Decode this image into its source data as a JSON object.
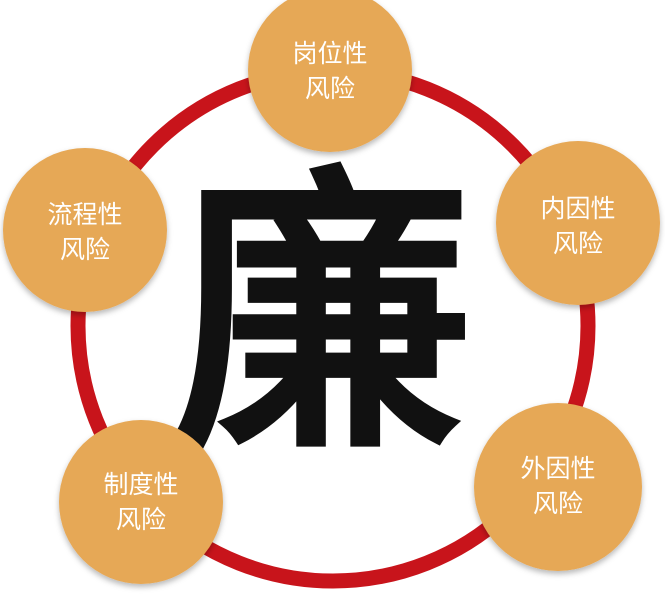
{
  "colors": {
    "ring": "#c8141b",
    "node_fill": "#e6a857",
    "node_text": "#ffffff",
    "center_char": "#111111"
  },
  "center": {
    "character": "廉"
  },
  "nodes": [
    {
      "id": "gangwei",
      "line1": "岗位性",
      "line2": "风险"
    },
    {
      "id": "neiyin",
      "line1": "内因性",
      "line2": "风险"
    },
    {
      "id": "waiyin",
      "line1": "外因性",
      "line2": "风险"
    },
    {
      "id": "zhidu",
      "line1": "制度性",
      "line2": "风险"
    },
    {
      "id": "liucheng",
      "line1": "流程性",
      "line2": "风险"
    }
  ]
}
